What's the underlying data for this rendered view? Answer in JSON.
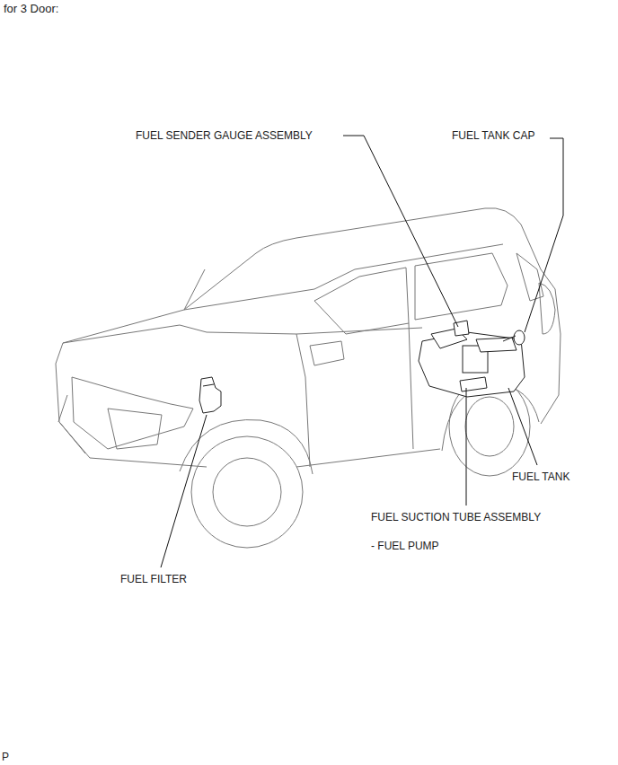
{
  "diagram": {
    "title": "for 3 Door:",
    "labels": [
      "FUEL SENDER GAUGE ASSEMBLY",
      "FUEL TANK CAP",
      "FUEL TANK",
      "FUEL SUCTION TUBE ASSEMBLY",
      "- FUEL PUMP",
      "FUEL FILTER",
      "P"
    ]
  }
}
